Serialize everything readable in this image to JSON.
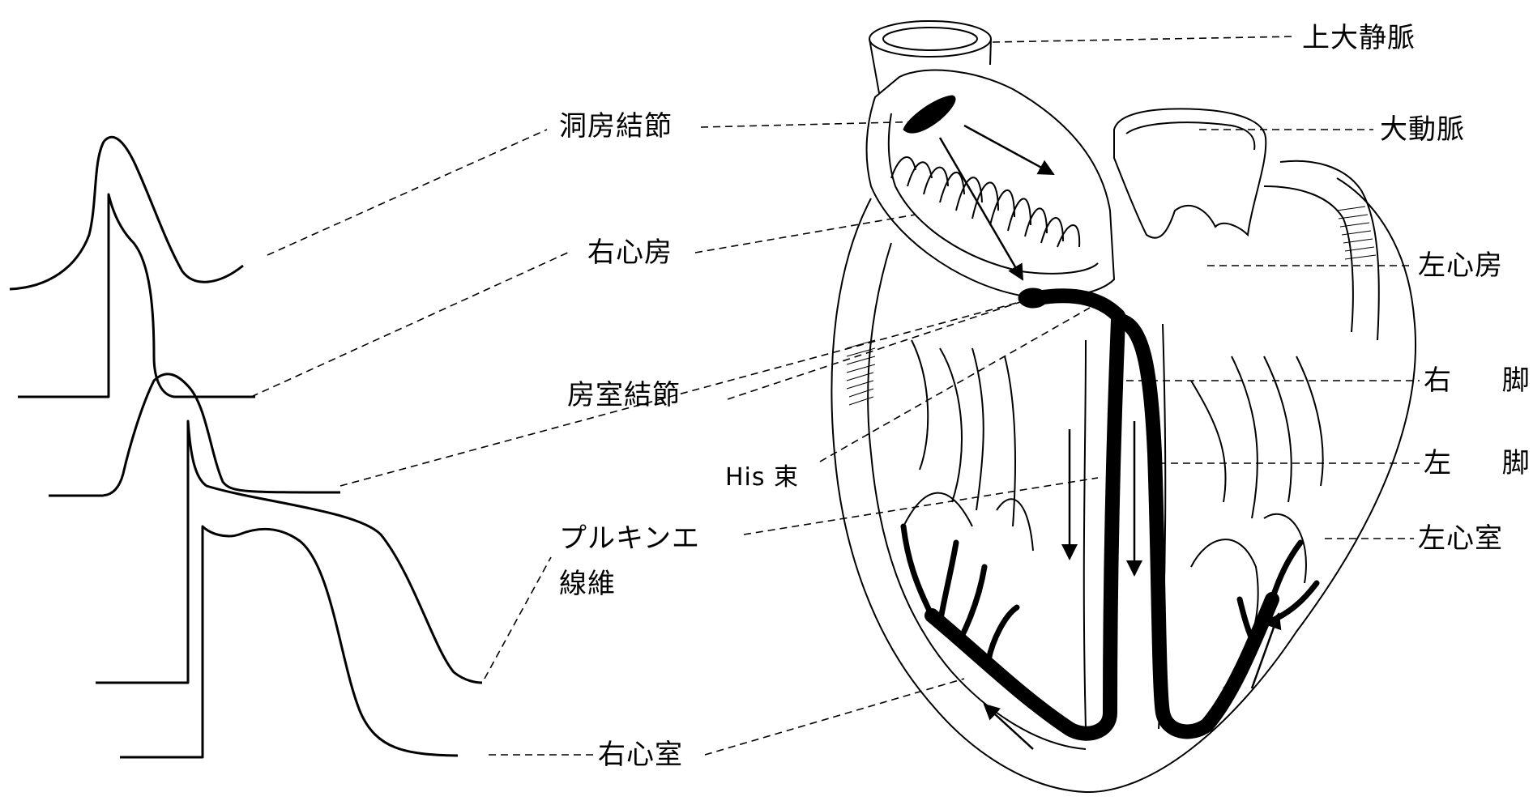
{
  "labels": {
    "sinoatrial_node": "洞房結節",
    "right_atrium": "右心房",
    "atrioventricular_node": "房室結節",
    "his_bundle": "His 束",
    "purkinje_line1": "プルキンエ",
    "purkinje_line2": "線維",
    "right_ventricle": "右心室",
    "superior_vena_cava": "上大静脈",
    "aorta": "大動脈",
    "left_atrium": "左心房",
    "right_bundle_branch": "右 脚",
    "left_bundle_branch": "左 脚",
    "left_ventricle": "左心室"
  },
  "colors": {
    "ink": "#000000",
    "background": "#ffffff",
    "conduction": "#000000"
  }
}
